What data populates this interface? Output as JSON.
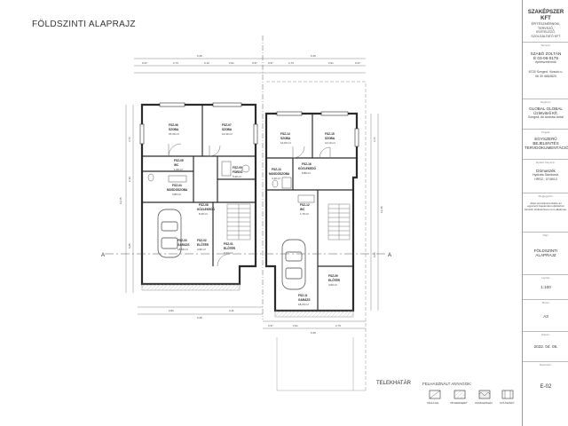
{
  "drawing": {
    "title": "FÖLDSZINTI ALAPRAJZ",
    "boundary_label": "TELEKHATÁR",
    "materials_heading": "FELHASZNÁLT ANYAGOK:",
    "materials": [
      "TÉGLA FAL",
      "VB SZERKEZET",
      "HŐSZIGETELÉS",
      "NYÍLÁSZÁRÓ"
    ],
    "section_marks": [
      "A",
      "A"
    ]
  },
  "left_unit": {
    "rooms": [
      {
        "code": "FSZ-06",
        "name": "SZOBA",
        "area": "15,30 m²"
      },
      {
        "code": "FSZ-07",
        "name": "SZOBA",
        "area": "12,40 m²"
      },
      {
        "code": "FSZ-05",
        "name": "WC",
        "area": "1,60 m²"
      },
      {
        "code": "FSZ-09",
        "name": "FÜRDŐ",
        "area": "5,20 m²"
      },
      {
        "code": "FSZ-04",
        "name": "MOSDÓSZOBA",
        "area": "3,80 m²"
      },
      {
        "code": "FSZ-08",
        "name": "KÖZLEKEDŐ",
        "area": "8,40 m²"
      },
      {
        "code": "FSZ-03",
        "name": "GARÁZS",
        "area": "18,60 m²"
      },
      {
        "code": "FSZ-02",
        "name": "ELŐTÉR",
        "area": "4,90 m²"
      },
      {
        "code": "FSZ-01",
        "name": "ELŐTÉR",
        "area": "3,20 m²"
      }
    ],
    "top_dims": [
      "6,25",
      "0,37",
      "2,73",
      "0,12",
      "2,91",
      "0,37"
    ],
    "bottom_dims": [
      "6,25",
      "2,81",
      "3,11"
    ],
    "left_dims": [
      "13,65",
      "3,71",
      "2,40",
      "5,85"
    ]
  },
  "right_unit": {
    "rooms": [
      {
        "code": "FSZ-14",
        "name": "SZOBA",
        "area": "14,60 m²"
      },
      {
        "code": "FSZ-15",
        "name": "SZOBA",
        "area": "12,10 m²"
      },
      {
        "code": "FSZ-16",
        "name": "KÖZLEKEDŐ",
        "area": "6,80 m²"
      },
      {
        "code": "FSZ-13",
        "name": "MOSDÓSZOBA",
        "area": "4,10 m²"
      },
      {
        "code": "FSZ-12",
        "name": "WC",
        "area": "1,70 m²"
      },
      {
        "code": "FSZ-11",
        "name": "GARÁZS",
        "area": "18,20 m²"
      },
      {
        "code": "FSZ-09",
        "name": "ELŐTÉR",
        "area": "4,60 m²"
      }
    ],
    "top_dims": [
      "6,25",
      "0,37",
      "2,73",
      "2,91",
      "0,37"
    ],
    "bottom_dims": [
      "6,25",
      "0,37",
      "2,91",
      "2,73"
    ],
    "right_dims": [
      "13,65",
      "3,71",
      "5,85"
    ]
  },
  "title_block": {
    "company": "SZAKÉPSZER KFT",
    "company_lines": [
      "ÉPÍTÉSZMÉRNÖKI, TERVEZŐ,",
      "KIVITELEZŐ,",
      "SZOLGÁLTATÓ KFT"
    ],
    "designer_label": "Tervező:",
    "designer_name": "SZABÓ ZOLTÁN",
    "designer_id": "É 03-06-0179",
    "designer_role": "építészmérnök",
    "address": "6725 Szeged, Vizsoló u.",
    "phone": "06 30 9854820",
    "client_label": "Megbízó:",
    "client_name": "GLOBAL GLOBAL",
    "client_sub": "Üzletviteli Kft.",
    "client_address": "Szeged, Ali Andrási Antal",
    "project_label": "Projekt:",
    "project": "EGYSZERŰ BEJELENTÉS TERVDOKUMENTÁCIÓ",
    "location_label": "Építési helyszín:",
    "location_lines": [
      "Dómaszék",
      "Hydrafa Sándorstr.",
      "HRSZ.: 0748/13"
    ],
    "note_label": "Megjegyzés:",
    "note": "Jelen tervdokumentáció az egyszerű bejelentési eljáráshoz készült, kivitelezésre nem alkalmas.",
    "sheet_label": "Rajz:",
    "sheet_name": "FÖLDSZINTI ALAPRAJZ",
    "scale_label": "Lépték:",
    "scale": "1:100",
    "size_label": "Méret:",
    "size": "A3",
    "date_label": "Dátum:",
    "date": "2022. 04. 05.",
    "number_label": "Rajzszám:",
    "number": "E-02"
  },
  "colors": {
    "line": "#2b2b2b",
    "thin": "#777777",
    "hatch": "#999999",
    "room_fill": "#ffffff"
  }
}
